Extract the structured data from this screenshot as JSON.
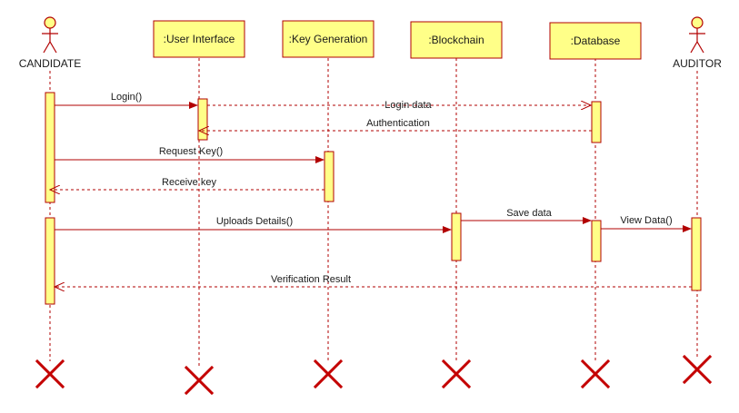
{
  "colors": {
    "line": "#b20000",
    "fill": "#ffff88",
    "text": "#1a1a1a"
  },
  "actors": {
    "candidate": "CANDIDATE",
    "auditor": "AUDITOR"
  },
  "objects": {
    "ui": ":User Interface",
    "keygen": ":Key Generation",
    "blockchain": ":Blockchain",
    "database": ":Database"
  },
  "messages": {
    "login": "Login()",
    "login_data": "Login data",
    "authentication": "Authentication",
    "request_key": "Request Key()",
    "receive_key": "Receive key",
    "uploads_details": "Uploads Details()",
    "save_data": "Save data",
    "view_data": "View Data()",
    "verification_result": "Verification Result"
  }
}
